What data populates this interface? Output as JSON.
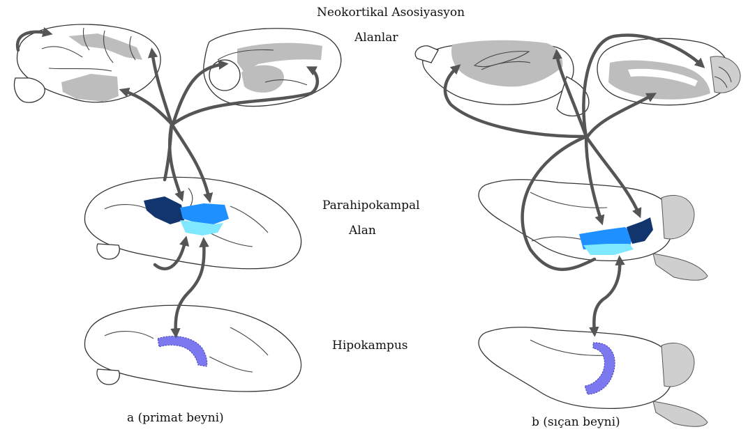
{
  "labels": {
    "neocortical_line1": "Neokortikal Asosiyasyon",
    "neocortical_line2": "Alanlar",
    "parahippocampal_line1": "Parahipokampal",
    "parahippocampal_line2": "Alan",
    "hippocampus": "Hipokampus",
    "caption_a": "a  (primat beyni)",
    "caption_b": "b (sıçan beyni)"
  },
  "colors": {
    "dark_navy": "#12356e",
    "mid_blue": "#1e90ff",
    "light_cyan": "#7fe8ff",
    "hippocampus_purple": "#7b78f0",
    "association_gray": "#bdbdbd",
    "arrow_gray": "#555555"
  }
}
